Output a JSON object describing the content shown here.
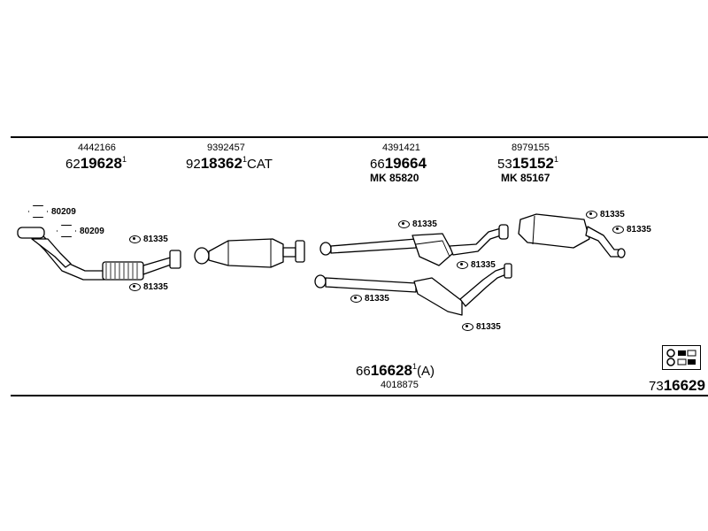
{
  "groups": [
    {
      "oe": "4442166",
      "prefix": "62",
      "number": "19628",
      "suffix": "1",
      "extra": ""
    },
    {
      "oe": "9392457",
      "prefix": "92",
      "number": "18362",
      "suffix": "1",
      "extra": "CAT"
    },
    {
      "oe": "4391421",
      "prefix": "66",
      "number": "19664",
      "suffix": "",
      "extra": "",
      "mk": "MK 85820"
    },
    {
      "oe": "8979155",
      "prefix": "53",
      "number": "15152",
      "suffix": "1",
      "extra": "",
      "mk": "MK 85167"
    }
  ],
  "gaskets": [
    "80209",
    "80209"
  ],
  "clips": [
    "81335",
    "81335",
    "81335",
    "81335",
    "81335",
    "81335",
    "81335",
    "81335"
  ],
  "bottom": {
    "prefix": "66",
    "number": "16628",
    "suffix": "1",
    "extra": "(A)",
    "oe": "4018875"
  },
  "corner": {
    "prefix": "73",
    "number": "16629"
  }
}
